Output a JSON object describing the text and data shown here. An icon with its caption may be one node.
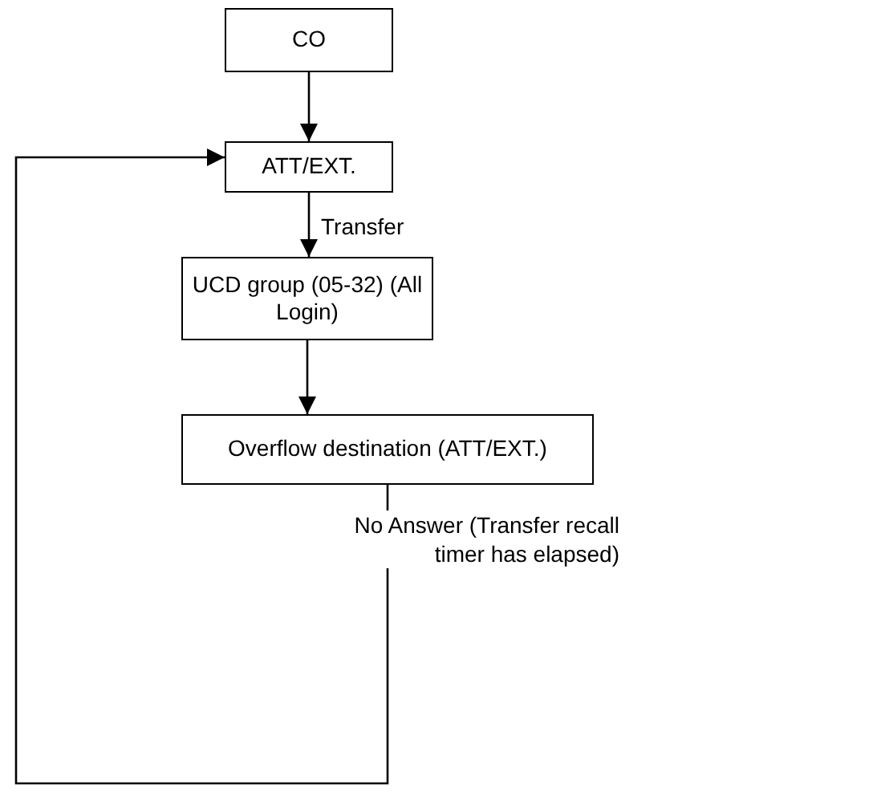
{
  "diagram": {
    "nodes": [
      {
        "text": [
          "CO"
        ]
      },
      {
        "text": [
          "ATT/EXT."
        ]
      },
      {
        "text": [
          "UCD group (05-32) (All Login)"
        ]
      },
      {
        "text": [
          "Overflow destination (ATT/EXT.)"
        ]
      }
    ],
    "edges": [
      {
        "from": 0,
        "to": 1,
        "arrow": "to"
      },
      {
        "from": 1,
        "to": 2,
        "arrow": "to",
        "label": "Transfer"
      },
      {
        "from": 2,
        "to": 3,
        "arrow": "to"
      },
      {
        "from": 3,
        "to": 1,
        "arrow": "to",
        "label": "No Answer (Transfer recall timer has elapsed)"
      }
    ]
  }
}
